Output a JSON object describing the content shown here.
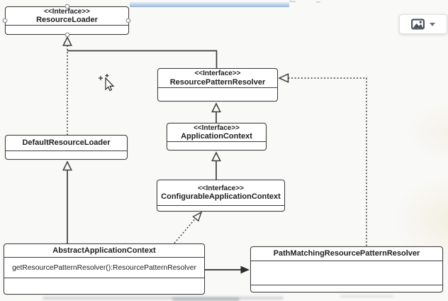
{
  "canvas": {
    "background": "#f9f9f7",
    "line_color": "#3d3d3d",
    "selection_bar_color": "#abc6e4"
  },
  "nodes": {
    "resource_loader": {
      "stereotype": "<<Interface>>",
      "name": "ResourceLoader"
    },
    "resource_pattern_resolver": {
      "stereotype": "<<Interface>>",
      "name": "ResourcePatternResolver"
    },
    "application_context": {
      "stereotype": "<<Interface>>",
      "name": "ApplicationContext"
    },
    "configurable_application_context": {
      "stereotype": "<<Interface>>",
      "name": "ConfigurableApplicationContext"
    },
    "default_resource_loader": {
      "name": "DefaultResourceLoader"
    },
    "abstract_application_context": {
      "name": "AbstractApplicationContext",
      "method": "getResourcePatternResolver():ResourcePatternResolver"
    },
    "path_matching_resource_pattern_resolver": {
      "name": "PathMatchingResourcePatternResolver"
    }
  },
  "toolbar": {
    "image_button_icon": "image-icon",
    "caret_icon": "chevron-down-icon"
  }
}
